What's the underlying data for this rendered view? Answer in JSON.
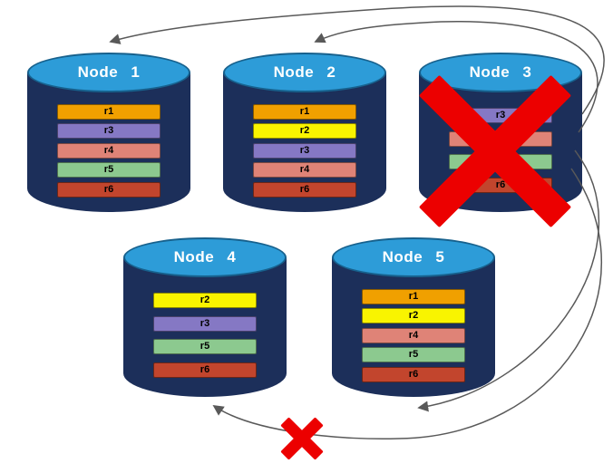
{
  "diagram": {
    "nodes": [
      {
        "title": "Node 1",
        "shards": [
          {
            "label": "r1",
            "color": "#F0A000"
          },
          {
            "label": "r3",
            "color": "#8578C4"
          },
          {
            "label": "r4",
            "color": "#DF8377"
          },
          {
            "label": "r5",
            "color": "#8CC98F"
          },
          {
            "label": "r6",
            "color": "#C2452D"
          }
        ]
      },
      {
        "title": "Node 2",
        "shards": [
          {
            "label": "r1",
            "color": "#F0A000"
          },
          {
            "label": "r2",
            "color": "#F9F400"
          },
          {
            "label": "r3",
            "color": "#8578C4"
          },
          {
            "label": "r4",
            "color": "#DF8377"
          },
          {
            "label": "r6",
            "color": "#C2452D"
          }
        ]
      },
      {
        "title": "Node 3",
        "status": "failed",
        "shards": [
          {
            "label": "r3",
            "color": "#8578C4"
          },
          {
            "label": "r4",
            "color": "#DF8377"
          },
          {
            "label": "r5",
            "color": "#8CC98F"
          },
          {
            "label": "r6",
            "color": "#C2452D"
          }
        ]
      },
      {
        "title": "Node 4",
        "shards": [
          {
            "label": "r2",
            "color": "#F9F400"
          },
          {
            "label": "r3",
            "color": "#8578C4"
          },
          {
            "label": "r5",
            "color": "#8CC98F"
          },
          {
            "label": "r6",
            "color": "#C2452D"
          }
        ]
      },
      {
        "title": "Node 5",
        "shards": [
          {
            "label": "r1",
            "color": "#F0A000"
          },
          {
            "label": "r2",
            "color": "#F9F400"
          },
          {
            "label": "r4",
            "color": "#DF8377"
          },
          {
            "label": "r5",
            "color": "#8CC98F"
          },
          {
            "label": "r6",
            "color": "#C2452D"
          }
        ]
      }
    ],
    "arrows": [
      {
        "from": "Node 3",
        "to": "Node 1",
        "status": "ok"
      },
      {
        "from": "Node 3",
        "to": "Node 2",
        "status": "ok"
      },
      {
        "from": "Node 3",
        "to": "Node 5",
        "status": "ok"
      },
      {
        "from": "Node 3",
        "to": "Node 4",
        "status": "failed"
      }
    ],
    "colors": {
      "cylinder_body": "#1C2F5A",
      "cylinder_top": "#2D9CD8",
      "failure_x": "#EC0000",
      "arrow": "#595959"
    }
  }
}
